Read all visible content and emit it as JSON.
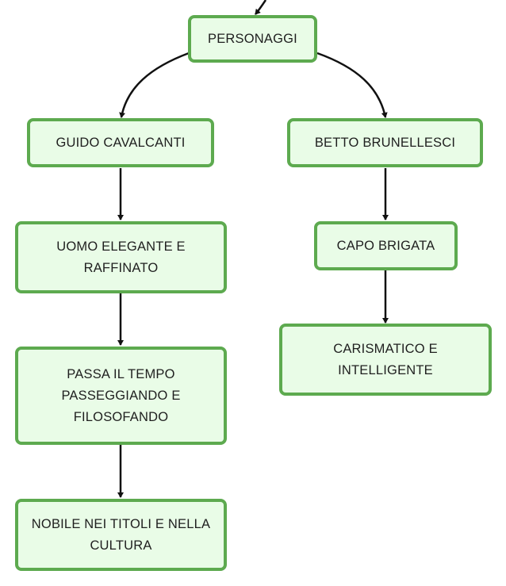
{
  "diagram": {
    "colors": {
      "node_fill": "#e9fce7",
      "node_border": "#5daa4f",
      "edge": "#111111",
      "text": "#1f1f1f"
    },
    "nodes": {
      "personaggi": "PERSONAGGI",
      "guido": "GUIDO CAVALCANTI",
      "betto": "BETTO BRUNELLESCI",
      "uomo_elegante": "UOMO ELEGANTE E RAFFINATO",
      "passa_il_tempo": "PASSA IL TEMPO PASSEGGIANDO E FILOSOFANDO",
      "nobile": "NOBILE NEI TITOLI E NELLA CULTURA",
      "capo_brigata": "CAPO BRIGATA",
      "carismatico": "CARISMATICO E INTELLIGENTE"
    },
    "edges": [
      {
        "from": "parent",
        "to": "personaggi"
      },
      {
        "from": "personaggi",
        "to": "guido"
      },
      {
        "from": "personaggi",
        "to": "betto"
      },
      {
        "from": "guido",
        "to": "uomo_elegante"
      },
      {
        "from": "uomo_elegante",
        "to": "passa_il_tempo"
      },
      {
        "from": "passa_il_tempo",
        "to": "nobile"
      },
      {
        "from": "betto",
        "to": "capo_brigata"
      },
      {
        "from": "capo_brigata",
        "to": "carismatico"
      }
    ]
  }
}
